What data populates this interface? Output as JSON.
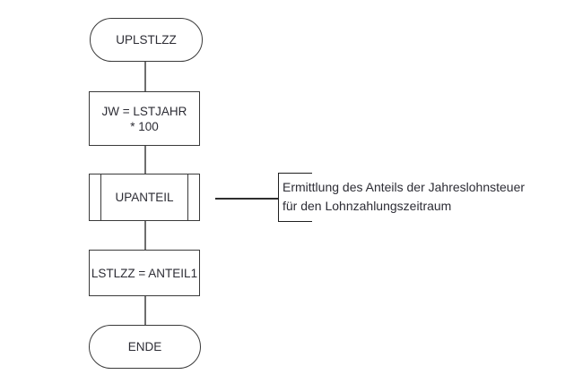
{
  "diagram": {
    "nodes": {
      "start": {
        "type": "terminator",
        "label": "UPLSTLZZ"
      },
      "assign_jw": {
        "type": "process",
        "label": "JW = LSTJAHR\n* 100"
      },
      "upanteil": {
        "type": "predefined-process",
        "label": "UPANTEIL"
      },
      "assign_lstlzz": {
        "type": "process",
        "label": "LSTLZZ = ANTEIL1"
      },
      "end": {
        "type": "terminator",
        "label": "ENDE"
      }
    },
    "annotation": {
      "text": "Ermittlung des Anteils der Jahreslohnsteuer\nfür den Lohnzahlungszeitraum"
    },
    "colors": {
      "background": "#ffffff",
      "shape_border": "#3a3a3a",
      "connector": "#6e6e6e",
      "bracket": "#1f1f1f",
      "text": "#2d2d35"
    }
  }
}
